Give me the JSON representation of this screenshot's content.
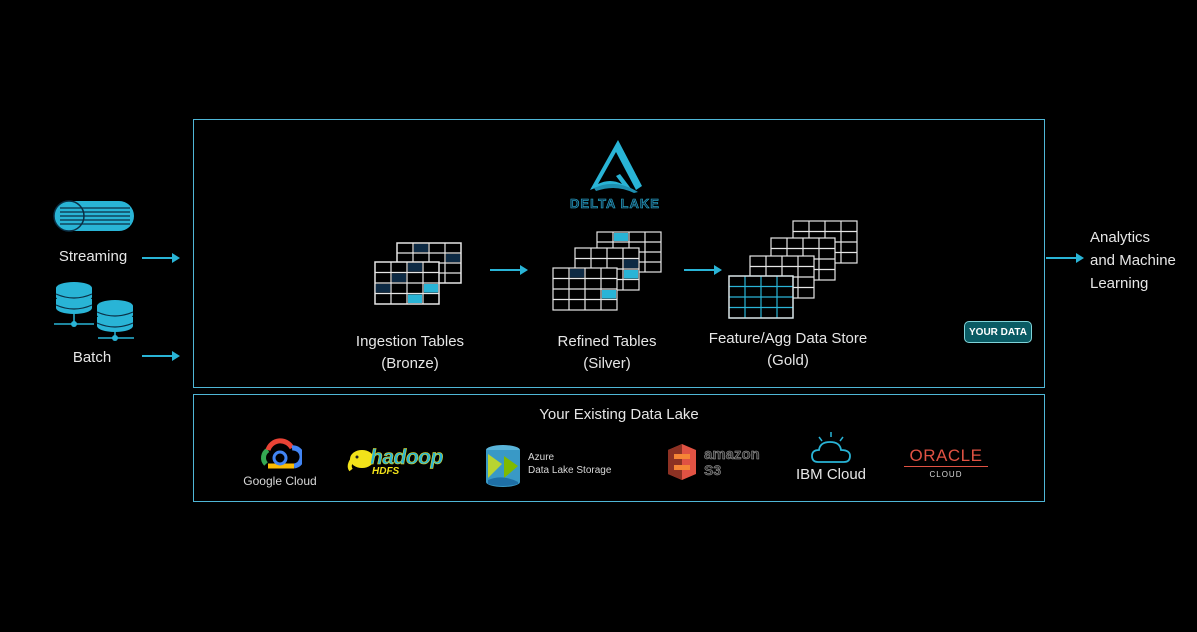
{
  "colors": {
    "background": "#000000",
    "accent": "#29b4d6",
    "frame": "#4fb6d6",
    "dark_cell": "#0d2a44",
    "badge": "#0a5b64"
  },
  "sources": {
    "streaming": {
      "label": "Streaming",
      "icon": "streaming-icon"
    },
    "batch": {
      "label": "Batch",
      "icon": "database-icon"
    }
  },
  "delta_lake": {
    "logo_icon": "delta-lake-logo-icon",
    "logo_text": "DELTA LAKE"
  },
  "stages": [
    {
      "line1": "Ingestion Tables",
      "line2": "(Bronze)"
    },
    {
      "line1": "Refined Tables",
      "line2": "(Silver)"
    },
    {
      "line1": "Feature/Agg Data Store",
      "line2": "(Gold)"
    }
  ],
  "badge": {
    "label": "YOUR DATA"
  },
  "output": {
    "line1": "Analytics",
    "line2": "and Machine",
    "line3": "Learning"
  },
  "existing_lake": {
    "title": "Your Existing Data Lake",
    "providers": {
      "google": {
        "name": "Google Cloud",
        "icon": "google-cloud-icon"
      },
      "hadoop": {
        "name": "hadoop",
        "sub": "HDFS",
        "icon": "hadoop-elephant-icon"
      },
      "azure": {
        "name": "Azure",
        "sub": "Data Lake Storage",
        "icon": "azure-datalake-icon"
      },
      "amazon": {
        "name": "amazon",
        "sub": "S3",
        "icon": "amazon-s3-icon"
      },
      "ibm": {
        "name": "IBM Cloud",
        "icon": "ibm-cloud-icon"
      },
      "oracle": {
        "name": "ORACLE",
        "sub": "CLOUD",
        "icon": "oracle-icon"
      }
    }
  }
}
